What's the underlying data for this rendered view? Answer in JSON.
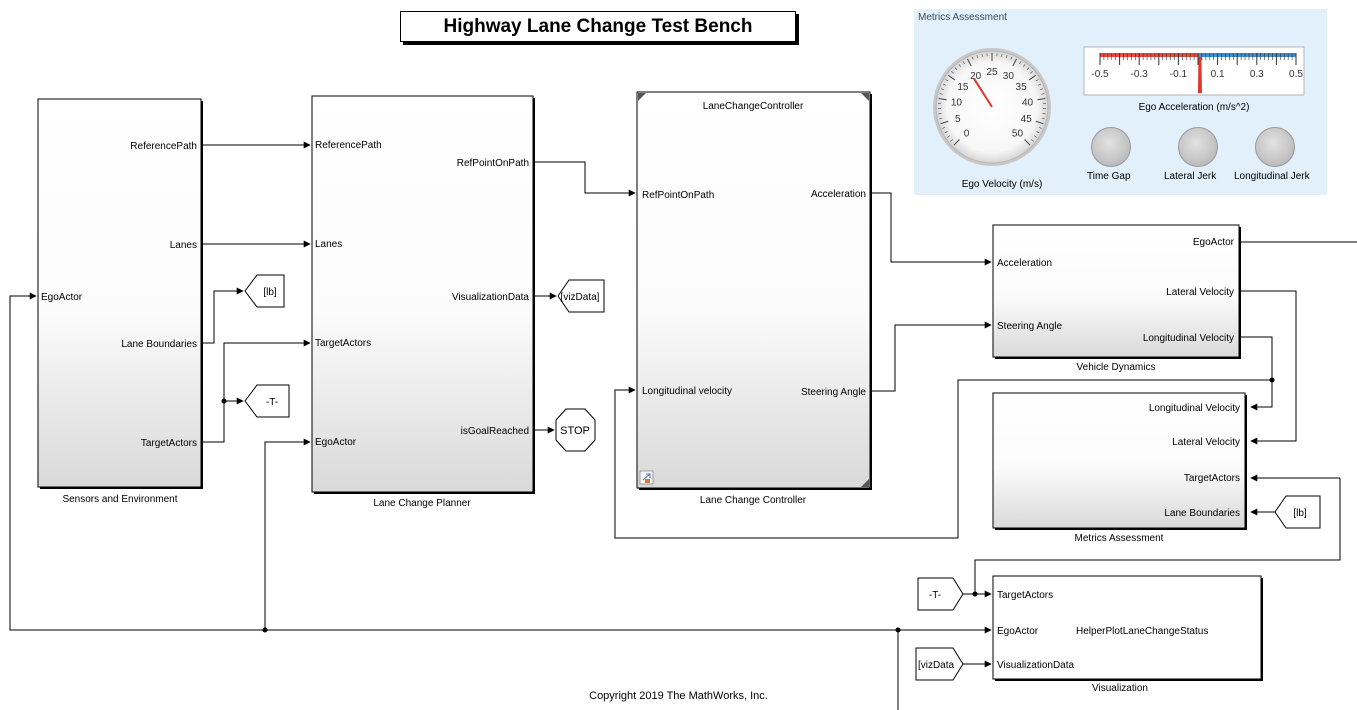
{
  "title": "Highway Lane Change Test Bench",
  "copyright": "Copyright 2019 The MathWorks, Inc.",
  "blocks": {
    "sensors": {
      "label": "Sensors and Environment",
      "inputs": [
        "EgoActor"
      ],
      "outputs": [
        "ReferencePath",
        "Lanes",
        "Lane Boundaries",
        "TargetActors"
      ]
    },
    "planner": {
      "label": "Lane Change Planner",
      "inputs": [
        "ReferencePath",
        "Lanes",
        "TargetActors",
        "EgoActor"
      ],
      "outputs": [
        "RefPointOnPath",
        "VisualizationData",
        "isGoalReached"
      ]
    },
    "controller": {
      "label": "Lane Change Controller",
      "inner_title": "LaneChangeController",
      "inputs": [
        "RefPointOnPath",
        "Longitudinal velocity"
      ],
      "outputs": [
        "Acceleration",
        "Steering Angle"
      ]
    },
    "dynamics": {
      "label": "Vehicle Dynamics",
      "inputs": [
        "Acceleration",
        "Steering Angle"
      ],
      "outputs": [
        "EgoActor",
        "Lateral Velocity",
        "Longitudinal Velocity"
      ]
    },
    "metrics": {
      "label": "Metrics Assessment",
      "inputs": [
        "Longitudinal Velocity",
        "Lateral Velocity",
        "TargetActors",
        "Lane Boundaries"
      ]
    },
    "visualization": {
      "label": "Visualization",
      "inner_title": "HelperPlotLaneChangeStatus",
      "inputs": [
        "TargetActors",
        "EgoActor",
        "VisualizationData"
      ]
    }
  },
  "tags": {
    "goto_lb": "[lb]",
    "goto_t": "-T-",
    "goto_vizdata": "[vizData]",
    "stop": "STOP",
    "from_lb": "[lb]",
    "from_t": "-T-",
    "from_vizdata": "[vizData"
  },
  "dashboard": {
    "title": "Metrics Assessment",
    "velocity_gauge": {
      "label": "Ego Velocity (m/s)",
      "min": 0,
      "max": 50,
      "ticks": [
        "0",
        "5",
        "10",
        "15",
        "20",
        "25",
        "30",
        "35",
        "40",
        "45",
        "50"
      ],
      "value": 19
    },
    "accel_gauge": {
      "label": "Ego Acceleration (m/s^2)",
      "min": -0.5,
      "max": 0.5,
      "ticks": [
        "-0.5",
        "-0.3",
        "-0.1",
        "0.1",
        "0.3",
        "0.5"
      ],
      "value": 0.01,
      "colors": {
        "negative": "#e84a3c",
        "positive": "#3b8ed0",
        "needle": "#e0362b"
      }
    },
    "lamps": [
      "Time Gap",
      "Lateral Jerk",
      "Longitudinal Jerk"
    ]
  }
}
